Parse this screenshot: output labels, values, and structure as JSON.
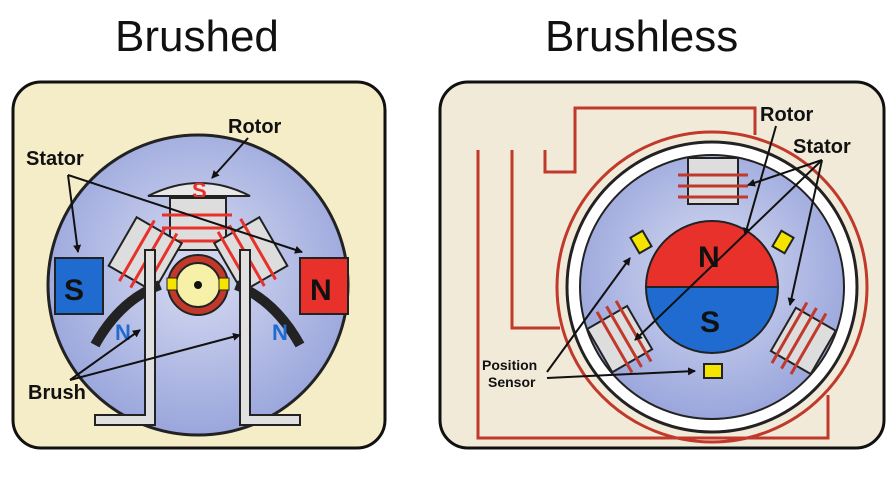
{
  "titles": {
    "left": "Brushed",
    "right": "Brushless"
  },
  "brushed": {
    "rotor": "Rotor",
    "stator": "Stator",
    "brush": "Brush",
    "pole_s": "S",
    "pole_n": "N",
    "rotor_s": "S",
    "rotor_n_left": "N",
    "rotor_n_right": "N"
  },
  "brushless": {
    "rotor": "Rotor",
    "stator": "Stator",
    "position_sensor_line1": "Position",
    "position_sensor_line2": "Sensor",
    "pole_n": "N",
    "pole_s": "S"
  },
  "colors": {
    "panel_bg": "#f5ecc8",
    "drum": "#b9c1e6",
    "red": "#e8312b",
    "blue": "#1f6bd0",
    "wire": "#c0392b",
    "sensor": "#f4e400"
  }
}
